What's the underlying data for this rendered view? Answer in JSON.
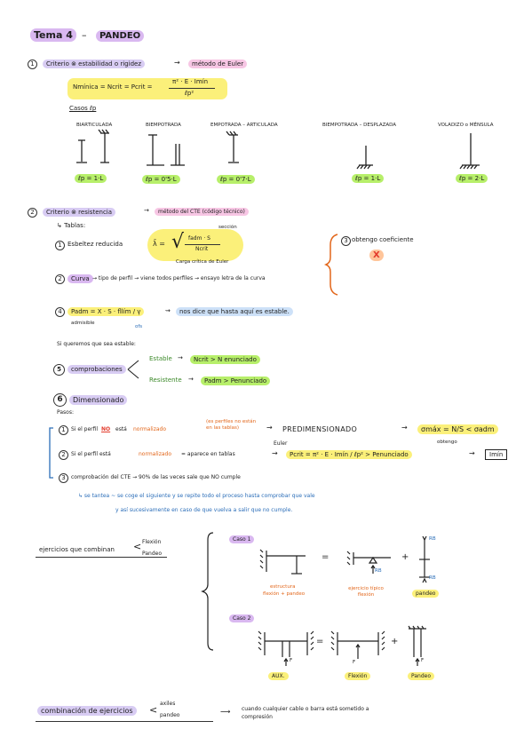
{
  "title": {
    "tema": "Tema 4",
    "dash": "–",
    "topic": "PANDEO"
  },
  "s1": {
    "num": "1",
    "label": "Criterio ⊗ estabilidad o rigidez",
    "arrow": "→",
    "method": "método de Euler",
    "formula_left": "Nmínica = Ncrit = Pcrit =",
    "formula_num": "π² · E · Imín",
    "formula_den": "ℓp²",
    "casos": "Casos ℓp",
    "cases": [
      {
        "name": "BIARTICULADA",
        "lp": "ℓp = 1·L"
      },
      {
        "name": "BIEMPOTRADA",
        "lp": "ℓp = 0'5·L"
      },
      {
        "name": "EMPOTRADA – ARTICULADA",
        "lp": "ℓp = 0'7·L"
      },
      {
        "name": "BIEMPOTRADA – DESPLAZADA",
        "lp": "ℓp = 1·L"
      },
      {
        "name": "VOLADIZO o MÉNSULA",
        "lp": "ℓp = 2·L"
      }
    ]
  },
  "s2": {
    "num": "2",
    "label": "Criterio ⊗ resistencia",
    "method": "método del CTE (código técnico)",
    "tablas": "Tablas:",
    "esbeltez": "Esbeltez reducida",
    "lambda": "λ̄ =",
    "sqrt_num": "fadm · S",
    "sqrt_den": "Ncrit",
    "seccion": "sección",
    "carga_critica": "Carga crítica de Euler",
    "obtengo": "obtengo coeficiente",
    "chi": "X",
    "curva": "Curva",
    "curva_text": "→ tipo de perfil → viene todos perfiles → ensayo letra de la curva",
    "padm_formula": "Padm = X · S · fllím / γ",
    "admisible": "admisible",
    "sfs": "ofs",
    "nos_dice": "nos dice que hasta aquí es estable.",
    "si_queremos": "Si queremos que sea estable:",
    "comprobaciones": "comprobaciones",
    "estable": "Estable",
    "estable_cond": "Ncrit > N enunciado",
    "resistente": "Resistente",
    "resistente_cond": "Padm > Penunciado",
    "items": {
      "c1": "1",
      "c2": "2",
      "c4": "4",
      "c5": "5",
      "c6": "6"
    }
  },
  "s6": {
    "title": "Dimensionado",
    "pasos": "Pasos:",
    "p1_a": "Si el perfil",
    "p1_no": "NO",
    "p1_b": "está",
    "p1_norm": "normalizado",
    "p1_note": "(es perfiles no están en las tablas)",
    "p1_arrow": "→",
    "p1_pred": "PREDIMENSIONADO",
    "p1_formula": "σmáx = N/S < σadm",
    "obtengo": "obtengo",
    "p2_a": "Si el perfil está",
    "p2_norm": "normalizado",
    "p2_b": "= aparece en tablas",
    "euler": "Euler",
    "p2_formula": "Pcrit = π² · E · Imín / ℓp² > Penunciado",
    "imin": "Imín",
    "p3": "comprobación del CTE → 90% de las veces sale que NO cumple",
    "p3_note1": "↳ se tantea ~ se coge el siguiente y se repite todo el proceso hasta comprobar que vale",
    "p3_note2": "y así sucesivamente en caso de que vuelva a salir que no cumple.",
    "n1": "1",
    "n2": "2",
    "n3": "3"
  },
  "ejercicios": {
    "label": "ejercicios que combinan",
    "flexion": "Flexión",
    "pandeo": "Pandeo",
    "caso1": "Caso 1",
    "caso2": "Caso 2",
    "c1_labels": [
      "flexión + pandeo",
      "ejercicio típico flexión",
      "pandeo"
    ],
    "c1_sub": "estructura",
    "c2_labels": [
      "AUX.",
      "Flexión",
      "Pandeo"
    ],
    "rb": "RB",
    "f": "F",
    "eq": "=",
    "plus": "+"
  },
  "combinacion": {
    "label": "combinación de ejercicios",
    "axiles": "axiles",
    "pandeo": "pandeo",
    "note": "cuando cualquier cable o barra está sometido a compresión"
  }
}
